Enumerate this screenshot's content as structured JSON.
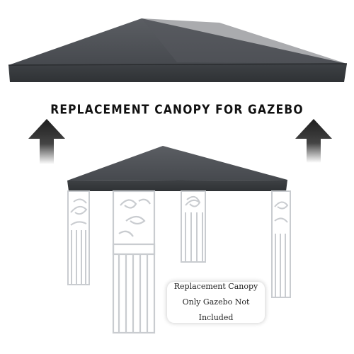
{
  "headline": "REPLACEMENT CANOPY FOR GAZEBO",
  "note": {
    "line1": "Replacement Canopy",
    "line2": "Only Gazebo Not Included"
  },
  "colors": {
    "canopy": "#4a4d52",
    "canopy_dark": "#35383c",
    "frame": "#cfd2d6",
    "arrow": "#2b2b2b"
  },
  "icons": [
    "up-arrow-icon",
    "up-arrow-icon"
  ]
}
